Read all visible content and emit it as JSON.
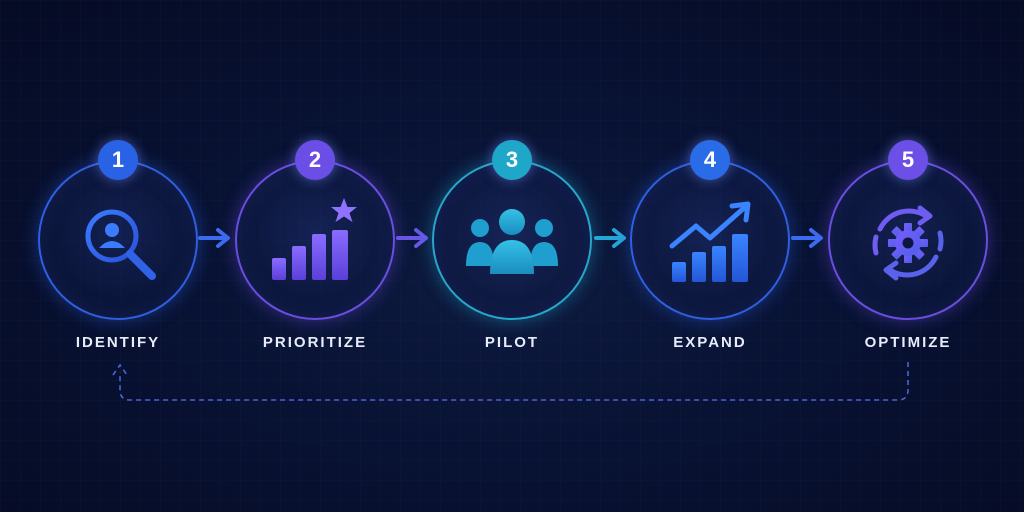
{
  "steps": [
    {
      "number": "1",
      "label": "IDENTIFY",
      "icon": "person-search-icon",
      "ring": "#2f5fe0",
      "badge": "#2a62e6"
    },
    {
      "number": "2",
      "label": "PRIORITIZE",
      "icon": "bar-chart-star-icon",
      "ring": "#6a4ee0",
      "badge": "#6a4ee6"
    },
    {
      "number": "3",
      "label": "PILOT",
      "icon": "group-icon",
      "ring": "#27a6c9",
      "badge": "#1fa7c9"
    },
    {
      "number": "4",
      "label": "EXPAND",
      "icon": "growth-chart-icon",
      "ring": "#2f5fe0",
      "badge": "#2a6be8"
    },
    {
      "number": "5",
      "label": "OPTIMIZE",
      "icon": "gear-cycle-icon",
      "ring": "#6a4ee0",
      "badge": "#6b4fe6"
    }
  ],
  "colors": {
    "background": "#081233",
    "blue": "#2a62e6",
    "violet": "#6a4ee6",
    "teal": "#1fa7c9",
    "label": "#e8ecfa",
    "loop": "#4a63d8"
  }
}
